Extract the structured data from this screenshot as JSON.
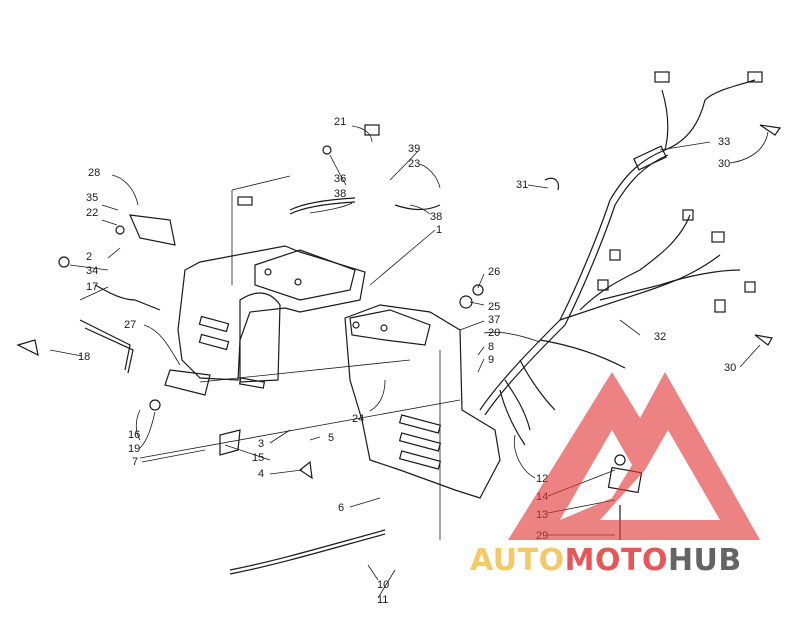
{
  "diagram": {
    "callouts": [
      "1",
      "2",
      "3",
      "4",
      "5",
      "6",
      "7",
      "8",
      "9",
      "10",
      "11",
      "12",
      "13",
      "14",
      "15",
      "16",
      "17",
      "18",
      "19",
      "20",
      "21",
      "22",
      "23",
      "24",
      "25",
      "26",
      "27",
      "28",
      "29",
      "30",
      "30",
      "31",
      "32",
      "33",
      "34",
      "35",
      "36",
      "37",
      "38",
      "38",
      "39"
    ]
  },
  "watermark": {
    "brand_part1": "AUTO",
    "brand_part2": "MOTO",
    "brand_part3": "HUB",
    "color_red": "#e23b3b",
    "color_yellow": "#f2c14e",
    "color_gray": "#4a4a4a"
  }
}
